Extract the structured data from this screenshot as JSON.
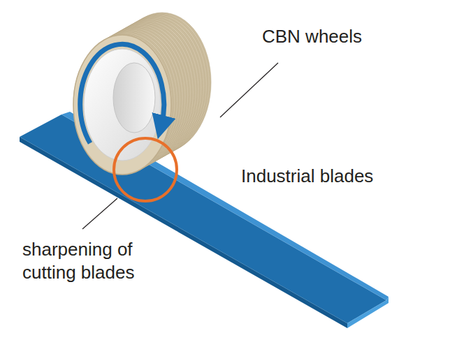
{
  "diagram": {
    "labels": [
      "CBN wheels",
      "Industrial blades",
      "sharpening of cutting blades"
    ]
  }
}
